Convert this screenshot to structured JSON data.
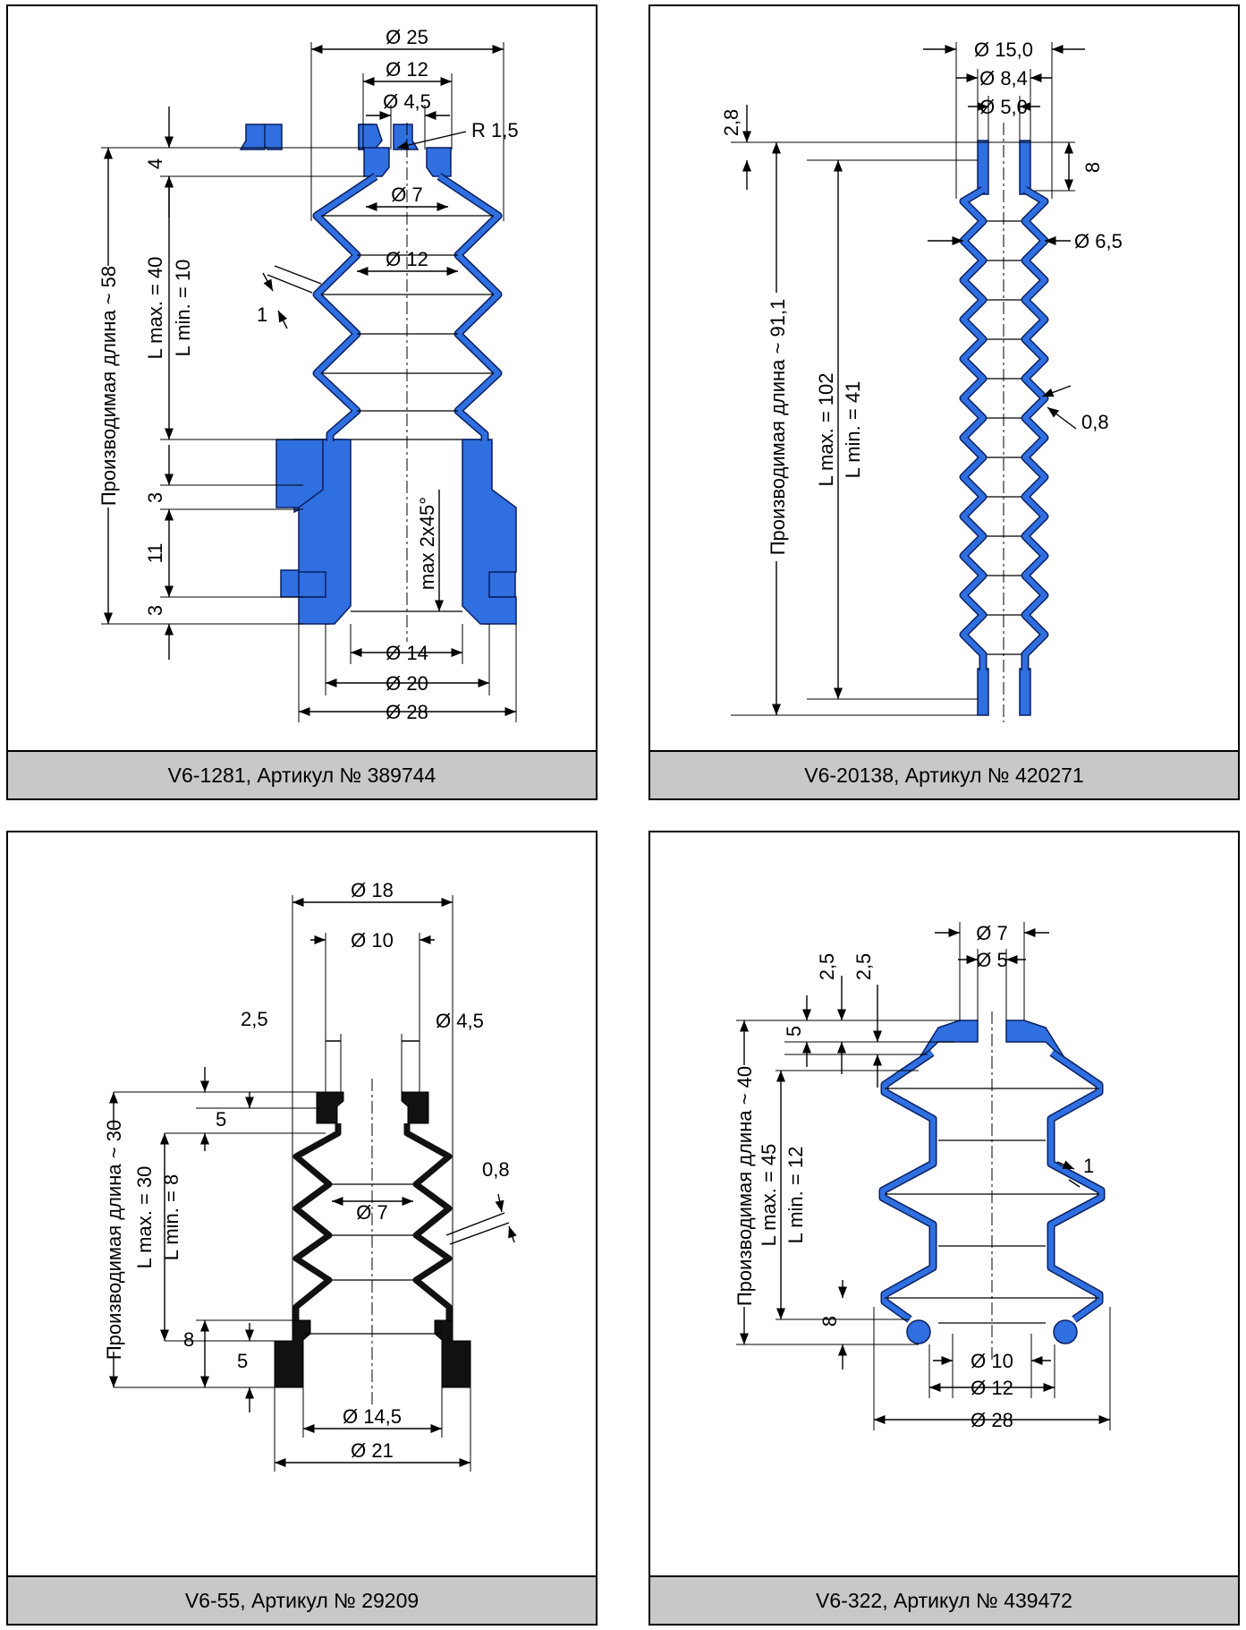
{
  "colors": {
    "body_blue": "#2f6fe0",
    "body_outline": "#0a1f60",
    "caption_bg": "#c8c8c8",
    "body_black": "#111111"
  },
  "panels": [
    {
      "caption": "V6-1281, Артикул № 389744",
      "dims": {
        "d25": "Ø 25",
        "d12_top": "Ø 12",
        "d4_5": "Ø 4,5",
        "r1_5": "R 1,5",
        "d7": "Ø 7",
        "d12_mid": "Ø 12",
        "t4": "4",
        "wall1": "1",
        "lmax": "L max. = 40",
        "lmin": "L min. = 10",
        "length": "Производимая длина ~ 58",
        "t3a": "3",
        "t11": "11",
        "t3b": "3",
        "chamfer": "max 2x45°",
        "d14": "Ø 14",
        "d20": "Ø 20",
        "d28": "Ø 28"
      }
    },
    {
      "caption": "V6-20138, Артикул № 420271",
      "dims": {
        "d15": "Ø 15,0",
        "d8_4": "Ø 8,4",
        "d5": "Ø 5,0",
        "t2_8": "2,8",
        "t8": "8",
        "d6_5": "Ø 6,5",
        "wall0_8": "0,8",
        "length": "Производимая длина ~ 91,1",
        "lmax": "L max. = 102",
        "lmin": "L min. = 41"
      }
    },
    {
      "caption": "V6-55, Артикул № 29209",
      "dims": {
        "d18": "Ø 18",
        "d10": "Ø 10",
        "t2_5": "2,5",
        "d4_5": "Ø 4,5",
        "t5_top": "5",
        "wall0_8": "0,8",
        "d7": "Ø 7",
        "length": "Производимая длина ~ 30",
        "lmax": "L max. = 30",
        "lmin": "L min. = 8",
        "t8": "8",
        "t5_bot": "5",
        "d14_5": "Ø 14,5",
        "d21": "Ø 21"
      }
    },
    {
      "caption": "V6-322, Артикул № 439472",
      "dims": {
        "d7": "Ø 7",
        "d5": "Ø 5",
        "t2_5a": "2,5",
        "t2_5b": "2,5",
        "t5": "5",
        "length": "Производимая длина ~ 40",
        "lmax": "L max. = 45",
        "lmin": "L min. = 12",
        "wall1": "1",
        "t8": "8",
        "d10": "Ø 10",
        "d12": "Ø 12",
        "d28": "Ø 28"
      }
    }
  ]
}
